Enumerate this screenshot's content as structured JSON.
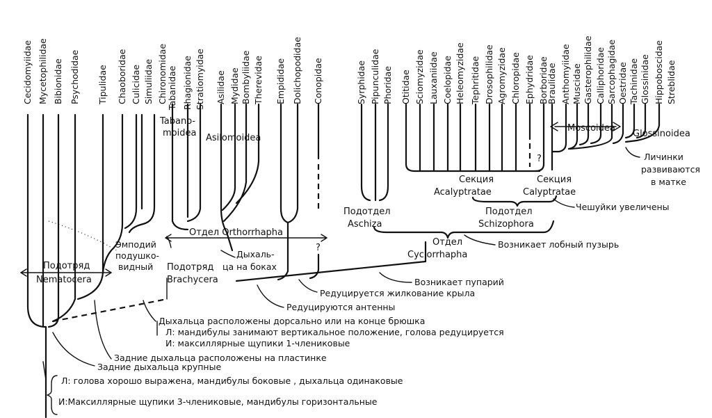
{
  "families": [
    "Cecidomyiidae",
    "Mycetophilidae",
    "Bibionidae",
    "Psychodidae",
    "Tipulidae",
    "Chaoboridae",
    "Culicidae",
    "Simuliidae",
    "Chironomidae",
    "Tabanidae",
    "Rhagionidae",
    "Stratiomyidae",
    "Asilidae",
    "Mydidae",
    "Bombyliidae",
    "Therevidae",
    "Empididae",
    "Dolichopodidae",
    "Conopidae",
    "Syrphidae",
    "Pipunculidae",
    "Phoridae",
    "Otitidae",
    "Sciomyzidae",
    "Lauxaniidae",
    "Coelopidae",
    "Heleomyzidae",
    "Tephritidae",
    "Drosophilidae",
    "Agromyzidae",
    "Chloropidae",
    "Ephydridae",
    "Borboridae",
    "Braulidae",
    "Anthomyiidae",
    "Muscidae",
    "Gasterophilidae",
    "Calliphoridae",
    "Sarcophagidae",
    "Oestridae",
    "Tachinidae",
    "Glossinidae",
    "Hippoboscidae",
    "Streblidae"
  ],
  "groups": {
    "tabanomoidea_1": "Tabano-",
    "tabanomoidea_2": "moidea",
    "asilomoidea": "Asilomoidea",
    "moscoidea": "Moscoidea",
    "glossinoidea": "Glossinoidea",
    "nematocera_1": "Подотряд",
    "nematocera_2": "Nematocera",
    "brachycera_1": "Подотряд",
    "brachycera_2": "Brachycera",
    "orthorrhapha": "Отдел Orthorrhapha",
    "aschiza_1": "Подотдел",
    "aschiza_2": "Aschiza",
    "schizophora_1": "Подотдел",
    "schizophora_2": "Schizophora",
    "cyclorrhapha_1": "Отдел",
    "cyclorrhapha_2": "Cyclorrhapha",
    "acalyptratae_1": "Секция",
    "acalyptratae_2": "Acalyptratae",
    "calyptratae_1": "Секция",
    "calyptratae_2": "Calyptratae",
    "question_braulidae": "?",
    "question_conopidae": "?"
  },
  "notes": {
    "empodium_1": "Эмподий",
    "empodium_2": "подушко-",
    "empodium_3": "видный",
    "spiracles_side_1": "Дыхаль-",
    "spiracles_side_2": "ца на боках",
    "larvae_1": "Личинки",
    "larvae_2": "развиваются",
    "larvae_3": "в матке",
    "squamae": "Чешуйки увеличены",
    "ptilinum": "Возникает лобный пузырь",
    "puparium": "Возникает пупарий",
    "wing_venation": "Редуцируется жилкование крыла",
    "antennae": "Редуцируются антенны",
    "spiracles_dorsal": "Дыхальца расположены дорсально или на конце брюшка",
    "mandibles_vertical": "Л: мандибулы занимают вертикальное положение, голова редуцируется",
    "palps_1seg": "И: максиллярные щупики 1-члениковые",
    "rear_spiracles_plate": "Задние дыхальца расположены  на пластинке",
    "rear_spiracles_large": "Задние дыхальца крупные",
    "head_developed": "Л: голова хорошо выражена, мандибулы боковые , дыхальца одинаковые",
    "palps_3seg": "И:Максиллярные щупики  3-члениковые,  мандибулы горизонтальные"
  }
}
